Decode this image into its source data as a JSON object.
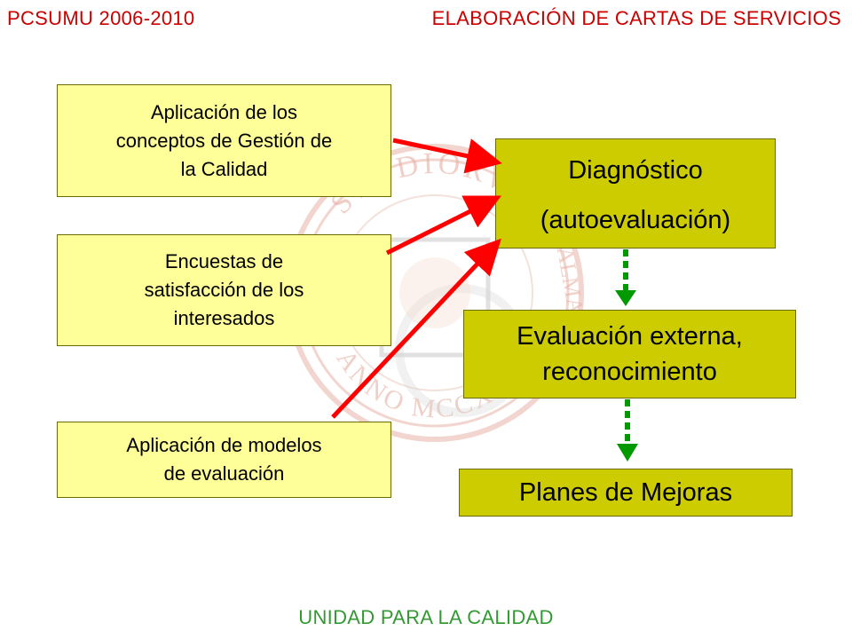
{
  "header": {
    "left": "PCSUMU 2006-2010",
    "right": "ELABORACIÓN DE CARTAS DE SERVICIOS"
  },
  "footer": "UNIDAD PARA LA CALIDAD",
  "colors": {
    "header_text": "#cc0000",
    "footer_text": "#339933",
    "left_box_fill": "#ffff99",
    "right_box_fill": "#cccc00",
    "red_arrow": "#ff0000",
    "green_arrow": "#009900"
  },
  "seal": {
    "letters_top": "STVDIORVM",
    "letters_right": "SALMANTINA",
    "letters_bottom": "ANNO MCCXVIII"
  },
  "inputs": [
    {
      "text": "Aplicación de los\nconceptos de Gestión de\nla Calidad"
    },
    {
      "text": "Encuestas de\nsatisfacción de los\ninteresados"
    },
    {
      "text": "Aplicación de modelos\nde evaluación"
    }
  ],
  "flow": [
    {
      "text": "Diagnóstico\n(autoevaluación)"
    },
    {
      "text": "Evaluación externa,\nreconocimiento"
    },
    {
      "text": "Planes de Mejoras"
    }
  ]
}
